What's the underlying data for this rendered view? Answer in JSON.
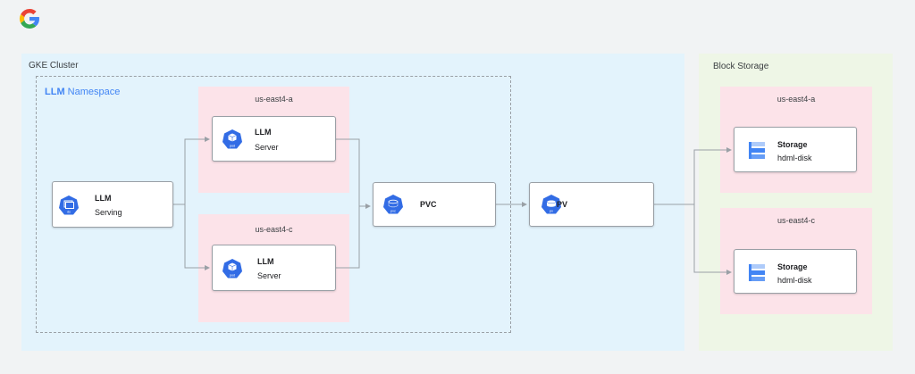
{
  "colors": {
    "gke_bg": "#e3f3fc",
    "block_storage_bg": "#eef6e6",
    "zone_bg": "#fce3e9",
    "kube_blue": "#326ce5",
    "namespace_text": "#4285f4",
    "connector": "#9aa0a6"
  },
  "logo": {
    "icon": "google-g-logo"
  },
  "gke_cluster": {
    "label": "GKE Cluster"
  },
  "namespace": {
    "label_bold": "LLM",
    "label_rest": " Namespace"
  },
  "serving": {
    "title": "LLM",
    "subtitle": "Serving",
    "icon": "ds",
    "icon_label": "ds"
  },
  "zones": [
    {
      "label": "us-east4-a",
      "pod": {
        "title": "LLM",
        "subtitle": "Server",
        "icon_label": "pod"
      }
    },
    {
      "label": "us-east4-c",
      "pod": {
        "title": "LLM",
        "subtitle": "Server",
        "icon_label": "pod"
      }
    }
  ],
  "pvc": {
    "title": "PVC",
    "icon_label": "pvc"
  },
  "pv": {
    "title": "PV",
    "icon_label": "pv"
  },
  "block_storage": {
    "label": "Block Storage",
    "zones": [
      {
        "label": "us-east4-a",
        "title": "Storage",
        "subtitle": "hdml-disk"
      },
      {
        "label": "us-east4-c",
        "title": "Storage",
        "subtitle": "hdml-disk"
      }
    ]
  }
}
